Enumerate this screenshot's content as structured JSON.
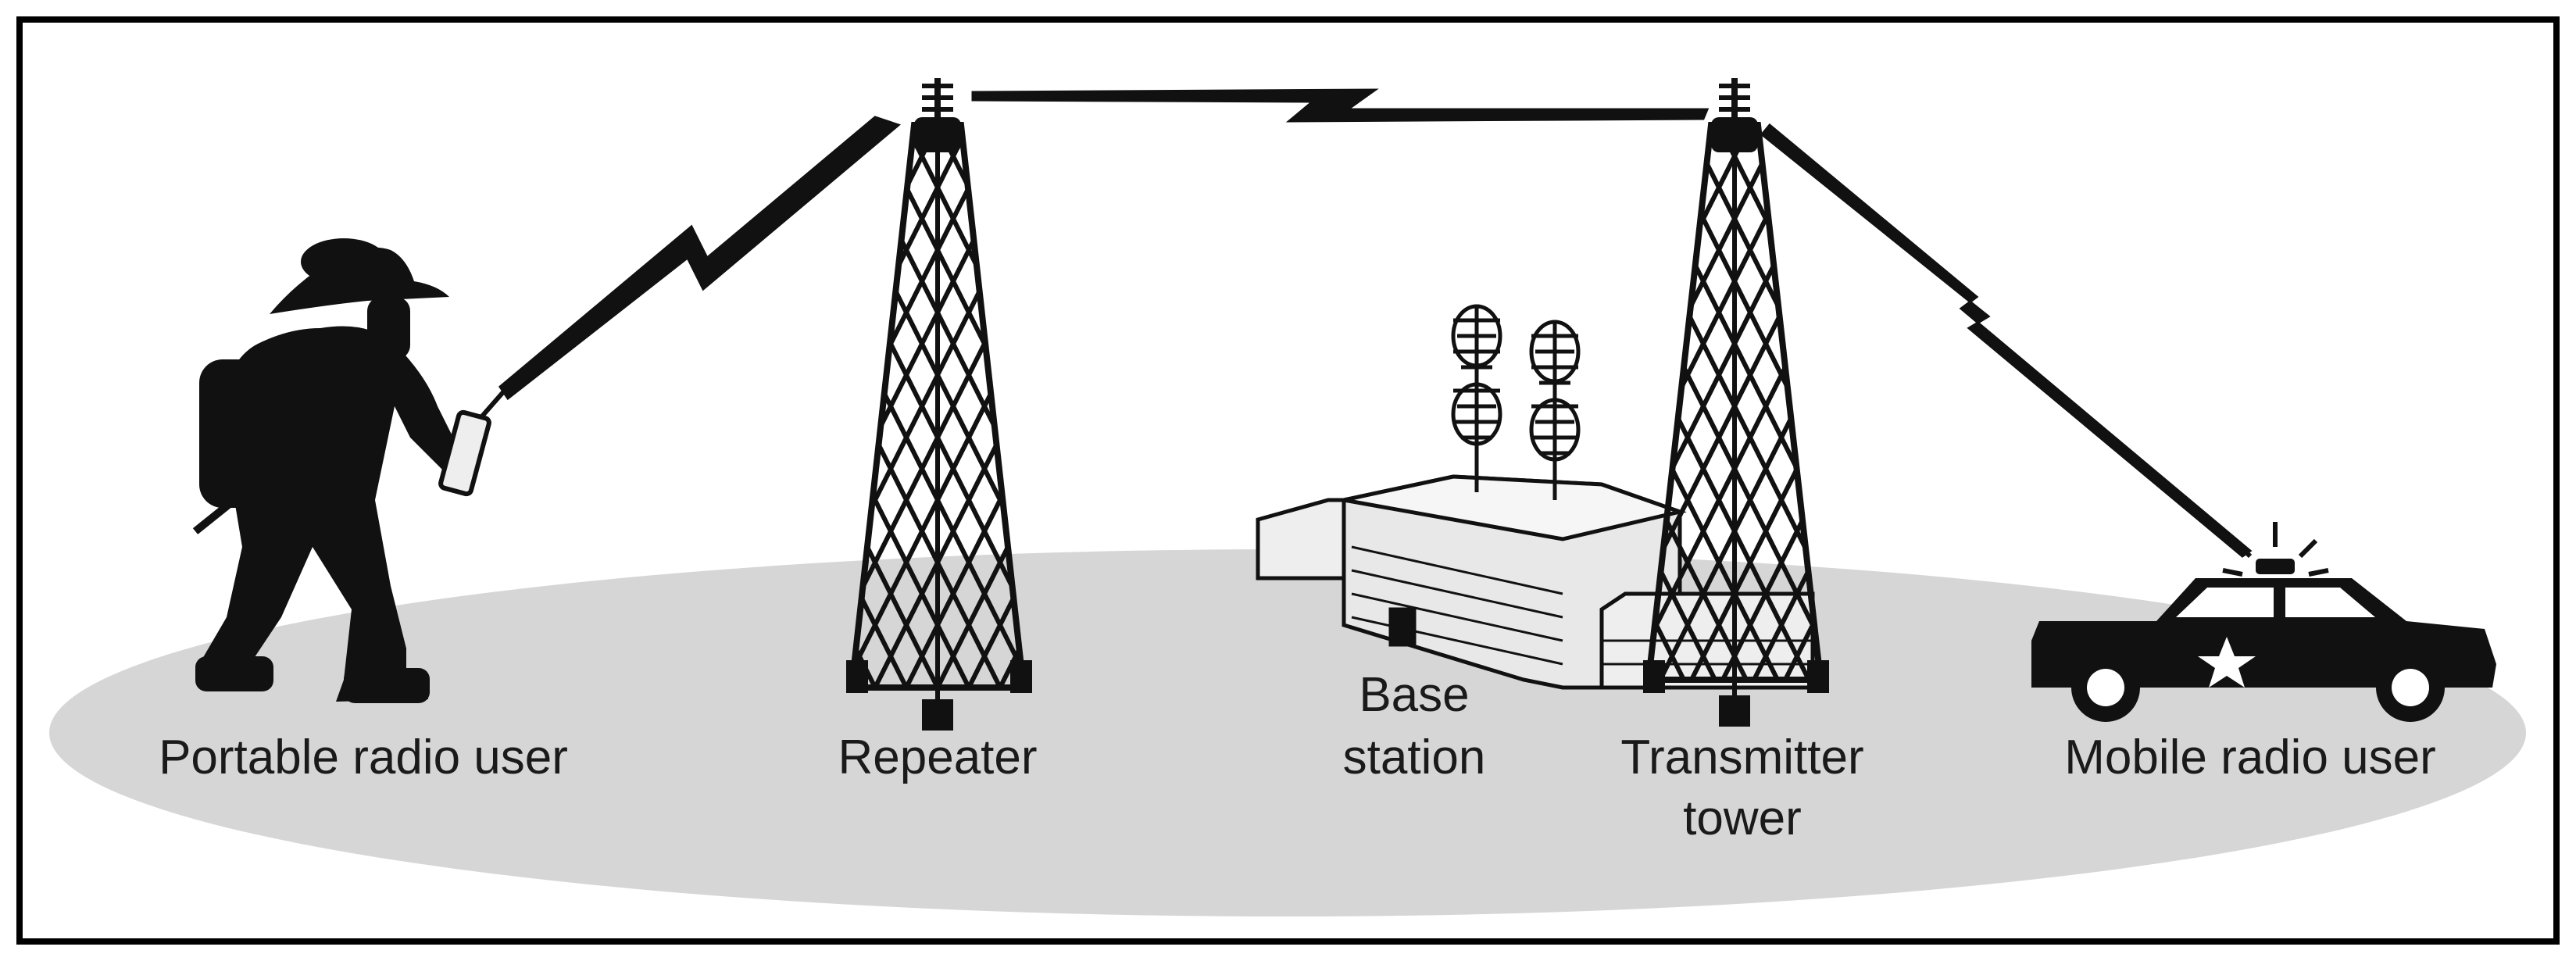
{
  "labels": {
    "portable": "Portable radio user",
    "repeater": "Repeater",
    "base_line1": "Base",
    "base_line2": "station",
    "transmitter_line1": "Transmitter",
    "transmitter_line2": "tower",
    "mobile": "Mobile radio user"
  },
  "colors": {
    "ground": "#d6d6d6",
    "ink": "#111111",
    "frame": "#000000",
    "building": "#eeeeee"
  },
  "icons": [
    "firefighter-figure",
    "handheld-radio-icon",
    "repeater-tower",
    "transmitter-tower",
    "base-station-building",
    "antenna-icon",
    "police-car-icon",
    "lightning-bolt-icon"
  ]
}
